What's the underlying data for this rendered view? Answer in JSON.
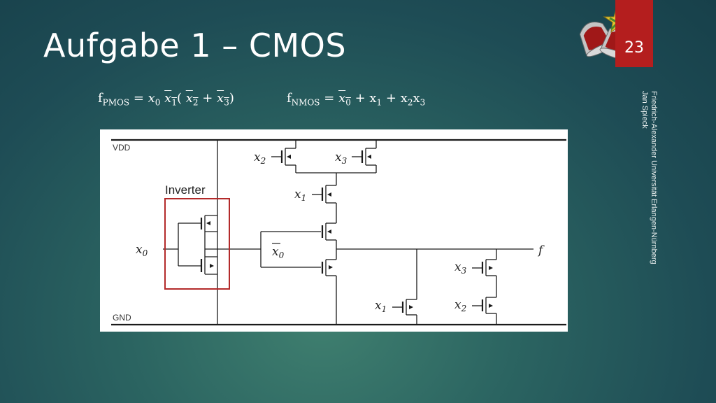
{
  "slide": {
    "title": "Aufgabe 1 – CMOS",
    "page_number": "23",
    "sidebar_line1": "Friedrich-Alexander Universität Erlangen-Nürnberg",
    "sidebar_line2": "Jan Spieck"
  },
  "formulas": {
    "pmos_f": "f",
    "pmos_sub": "PMOS",
    "nmos_f": "f",
    "nmos_sub": "NMOS"
  },
  "diagram": {
    "vdd": "VDD",
    "gnd": "GND",
    "inverter": "Inverter",
    "x0": "x",
    "x0_sub": "0",
    "x0bar": "x",
    "x0bar_sub": "0",
    "out": "f",
    "p_x2": "x",
    "p_x2_sub": "2",
    "p_x3": "x",
    "p_x3_sub": "3",
    "p_x1": "x",
    "p_x1_sub": "1",
    "n_x1": "x",
    "n_x1_sub": "1",
    "n_x3": "x",
    "n_x3_sub": "3",
    "n_x2": "x",
    "n_x2_sub": "2"
  },
  "colors": {
    "accent_red": "#b41e1e",
    "inverter_box": "#b32a2a"
  }
}
